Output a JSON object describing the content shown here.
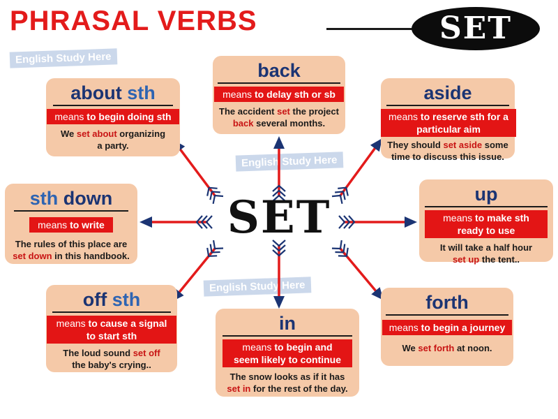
{
  "title": {
    "main": "PHRASAL VERBS",
    "badge": "SET"
  },
  "watermark": "English Study Here",
  "center_word": "SET",
  "colors": {
    "title_red": "#e31b1b",
    "card_bg": "#f5c9a8",
    "def_red": "#e31515",
    "head_navy": "#1b3473",
    "head_blue": "#2e64b2",
    "arrow_red": "#e31b1b",
    "arrow_navy": "#1b3473"
  },
  "cards": {
    "about": {
      "head_part1": "about",
      "head_part2": "sth",
      "def_prefix": "means",
      "def_meaning": "to begin doing sth",
      "ex_line1_a": "We",
      "ex_line1_hl": "set about",
      "ex_line1_b": "organizing",
      "ex_line2": "a party."
    },
    "back": {
      "head_part1": "back",
      "def_prefix": "means",
      "def_meaning": "to delay sth or sb",
      "ex_line1_a": "The accident",
      "ex_line1_hl": "set",
      "ex_line1_b": "the project",
      "ex_line2_hl": "back",
      "ex_line2_b": "several months."
    },
    "aside": {
      "head_part1": "aside",
      "def_prefix": "means",
      "def_meaning_1": "to reserve sth for a",
      "def_meaning_2": "particular aim",
      "ex_line1_a": "They should",
      "ex_line1_hl": "set aside",
      "ex_line1_b": "some",
      "ex_line2": "time to discuss this issue."
    },
    "down": {
      "head_part1": "sth",
      "head_part2": "down",
      "def_prefix": "means",
      "def_meaning": "to write",
      "ex_line1": "The rules of this place are",
      "ex_line2_hl": "set down",
      "ex_line2_b": "in this handbook."
    },
    "up": {
      "head_part1": "up",
      "def_prefix": "means",
      "def_meaning_1": "to make sth",
      "def_meaning_2": "ready to use",
      "ex_line1": "It will take a half hour",
      "ex_line2_hl": "set up",
      "ex_line2_b": "the tent.."
    },
    "off": {
      "head_part1": "off",
      "head_part2": "sth",
      "def_prefix": "means",
      "def_meaning_1": "to cause a signal",
      "def_meaning_2": "to start sth",
      "ex_line1_a": "The loud sound",
      "ex_line1_hl": "set off",
      "ex_line2": "the baby's crying.."
    },
    "in": {
      "head_part1": "in",
      "def_prefix": "means",
      "def_meaning_1": "to begin and",
      "def_meaning_2": "seem likely to continue",
      "ex_line1": "The snow looks as if it has",
      "ex_line2_hl": "set in",
      "ex_line2_b": "for the rest of the day."
    },
    "forth": {
      "head_part1": "forth",
      "def_prefix": "means",
      "def_meaning": "to begin a journey",
      "ex_line1_a": "We",
      "ex_line1_hl": "set forth",
      "ex_line1_b": "at noon."
    }
  }
}
